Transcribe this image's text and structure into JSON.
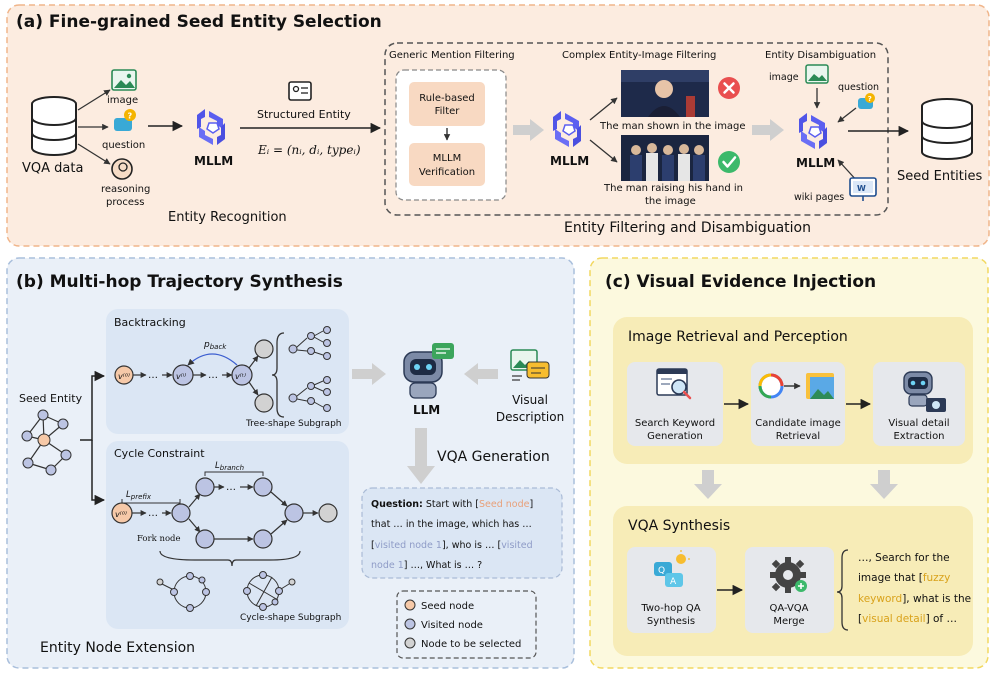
{
  "colors": {
    "panel_a_fill": "#fcece0",
    "panel_a_stroke": "#f0b58a",
    "panel_b_fill": "#eaf0f8",
    "panel_b_stroke": "#a9bfdc",
    "panel_c_fill": "#fcf9de",
    "panel_c_stroke": "#f2d860",
    "mllm_blue": "#5b5ff0",
    "seed_node": "#f6c9a8",
    "visited_node": "#bcc4e3",
    "tobe_node": "#d2d2d2"
  },
  "panel_a": {
    "title": "(a) Fine-grained Seed Entity Selection",
    "vqa_data_label": "VQA data",
    "inputs": [
      "image",
      "question",
      "reasoning",
      "process"
    ],
    "mllm_label": "MLLM",
    "structured_entity_label": "Structured Entity",
    "formula": "Eᵢ = (nᵢ, dᵢ, typeᵢ)",
    "entity_recognition_label": "Entity Recognition",
    "generic_mention_title": "Generic Mention Filtering",
    "rule_based_filter": [
      "Rule-based",
      "Filter"
    ],
    "mllm_verification": [
      "MLLM",
      "Verification"
    ],
    "complex_filter_title": "Complex Entity-Image Filtering",
    "mllm_label_2": "MLLM",
    "caption_1": "The man shown in the image",
    "caption_2": [
      "The man raising his hand in",
      "the image"
    ],
    "disambiguation_title": "Entity Disambiguation",
    "dis_image_label": "image",
    "dis_question_label": "question",
    "dis_wiki_label": "wiki pages",
    "mllm_label_3": "MLLM",
    "seed_entities_label": "Seed Entities",
    "filtering_footer": "Entity Filtering and Disambiguation"
  },
  "panel_b": {
    "title": "(b) Multi-hop Trajectory Synthesis",
    "seed_entity_label": "Seed Entity",
    "backtracking_label": "Backtracking",
    "p_back": "p",
    "p_back_sub": "back",
    "tree_label": "Tree-shape Subgraph",
    "cycle_label": "Cycle Constraint",
    "l_branch": "L",
    "l_branch_sub": "branch",
    "l_prefix": "L",
    "l_prefix_sub": "prefix",
    "fork_node_label": "Fork node",
    "cycle_subgraph_label": "Cycle-shape Subgraph",
    "v_label": "v",
    "v_sup": "(t)",
    "dots": "…",
    "llm_label": "LLM",
    "visual_description": [
      "Visual",
      "Description"
    ],
    "vqa_generation": "VQA Generation",
    "question_box": {
      "question_label": "Question:",
      "line1_a": " Start with [",
      "seed_node_text": "Seed node",
      "line1_b": "]",
      "line2": "that … in the image, which has …",
      "line3_a": "[",
      "visited_node_1": "visited node 1",
      "line3_b": "], who is … [",
      "visited_node_1b": "visited",
      "line4_a": "node 1",
      "line4_b": "] …, What is … ?"
    },
    "legend": [
      "Seed node",
      "Visited node",
      "Node to be selected"
    ],
    "footer": "Entity Node Extension"
  },
  "panel_c": {
    "title": "(c) Visual Evidence Injection",
    "retrieval_title": "Image Retrieval and Perception",
    "search_keyword": [
      "Search Keyword",
      "Generation"
    ],
    "candidate_image": [
      "Candidate image",
      "Retrieval"
    ],
    "visual_detail": [
      "Visual detail",
      "Extraction"
    ],
    "vqa_synthesis_title": "VQA Synthesis",
    "two_hop": [
      "Two-hop QA",
      "Synthesis"
    ],
    "qa_vqa": [
      "QA-VQA",
      "Merge"
    ],
    "output_lines": {
      "l1": "…, Search for the",
      "l2a": "image that [",
      "l2_fuzzy": "fuzzy",
      "l3_keyword": "keyword",
      "l3b": "], what is the",
      "l4a": "[",
      "l4_visual": "visual detail",
      "l4b": "] of …"
    }
  }
}
